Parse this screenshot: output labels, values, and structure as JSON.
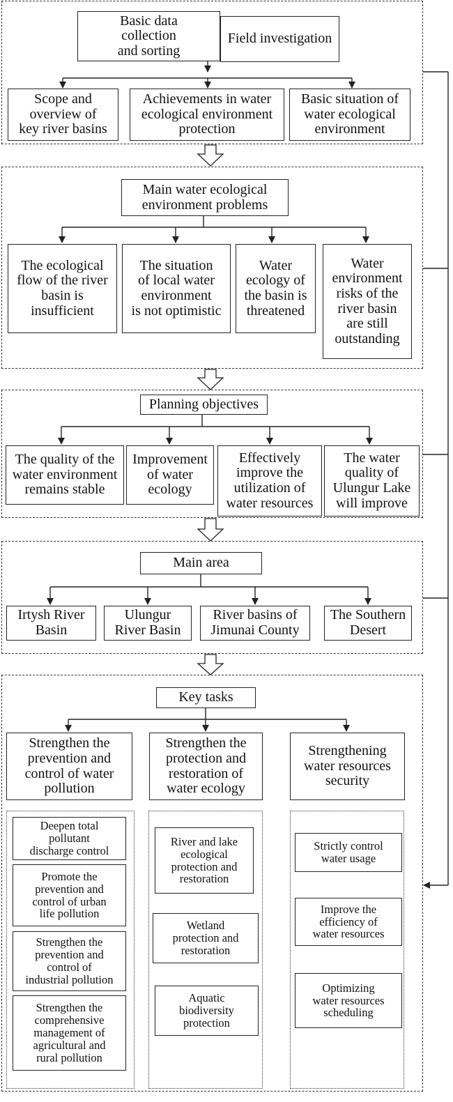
{
  "section1": {
    "basic_data": "Basic data\ncollection\nand sorting",
    "field_investigation": "Field investigation",
    "items": [
      "Scope and\noverview of\nkey river basins",
      "Achievements in water\necological environment\nprotection",
      "Basic situation of\nwater ecological\nenvironment"
    ]
  },
  "section2": {
    "title": "Main water ecological\nenvironment problems",
    "items": [
      "The ecological\nflow of the river\nbasin is\ninsufficient",
      "The situation\nof local water\nenvironment\nis not optimistic",
      "Water\necology of\nthe basin is\nthreatened",
      "Water\nenvironment\nrisks of the\nriver basin\nare still\noutstanding"
    ]
  },
  "section3": {
    "title": "Planning objectives",
    "items": [
      "The quality of the\nwater environment\nremains stable",
      "Improvement\nof water\necology",
      "Effectively\nimprove the\nutilization of\nwater resources",
      "The water\nquality of\nUlungur Lake\nwill improve"
    ]
  },
  "section4": {
    "title": "Main area",
    "items": [
      "Irtysh River\nBasin",
      "Ulungur\nRiver Basin",
      "River basins of\nJimunai County",
      "The Southern\nDesert"
    ]
  },
  "section5": {
    "title": "Key tasks",
    "tasks": [
      "Strengthen the\nprevention and\ncontrol of water\npollution",
      "Strengthen the\nprotection and\nrestoration of\nwater ecology",
      "Strengthening\nwater resources\nsecurity"
    ],
    "pollution": [
      "Deepen total\npollutant\ndischarge control",
      "Promote the\nprevention and\ncontrol of urban\nlife pollution",
      "Strengthen the\nprevention and\ncontrol of\nindustrial pollution",
      "Strengthen the\ncomprehensive\nmanagement of\nagricultural and\nrural pollution"
    ],
    "ecology": [
      "River and lake\necological\nprotection and\nrestoration",
      "Wetland\nprotection and\nrestoration",
      "Aquatic\nbiodiversity\nprotection"
    ],
    "resources": [
      "Strictly control\nwater usage",
      "Improve the\nefficiency of\nwater resources",
      "Optimizing\nwater resources\nscheduling"
    ]
  }
}
